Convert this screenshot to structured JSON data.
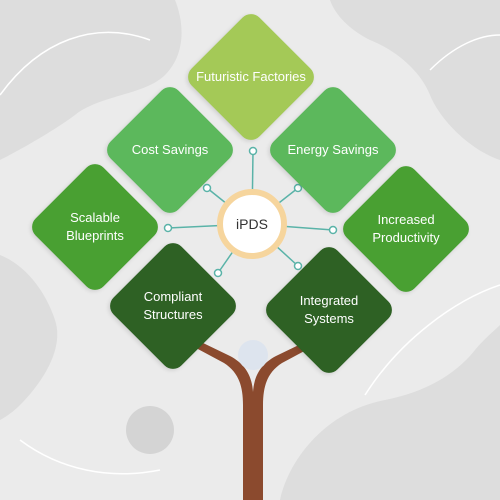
{
  "diagram": {
    "center": {
      "label": "iPDS"
    },
    "leaves": [
      {
        "id": "futuristic-factories",
        "label": "Futuristic Factories",
        "color": "#a4c957"
      },
      {
        "id": "cost-savings",
        "label": "Cost Savings",
        "color": "#5cb85c"
      },
      {
        "id": "energy-savings",
        "label": "Energy Savings",
        "color": "#5cb85c"
      },
      {
        "id": "scalable-blueprints",
        "label": "Scalable Blueprints",
        "color": "#49a032"
      },
      {
        "id": "increased-productivity",
        "label": "Increased Productivity",
        "color": "#49a032"
      },
      {
        "id": "compliant-structures",
        "label": "Compliant Structures",
        "color": "#2e6124"
      },
      {
        "id": "integrated-systems",
        "label": "Integrated Systems",
        "color": "#2e6124"
      }
    ],
    "colors": {
      "background": "#ebebeb",
      "blob": "#dddddd",
      "connector": "#5ab3a8",
      "trunk": "#8b4a2e",
      "hub_ring": "#f6d59d"
    }
  }
}
